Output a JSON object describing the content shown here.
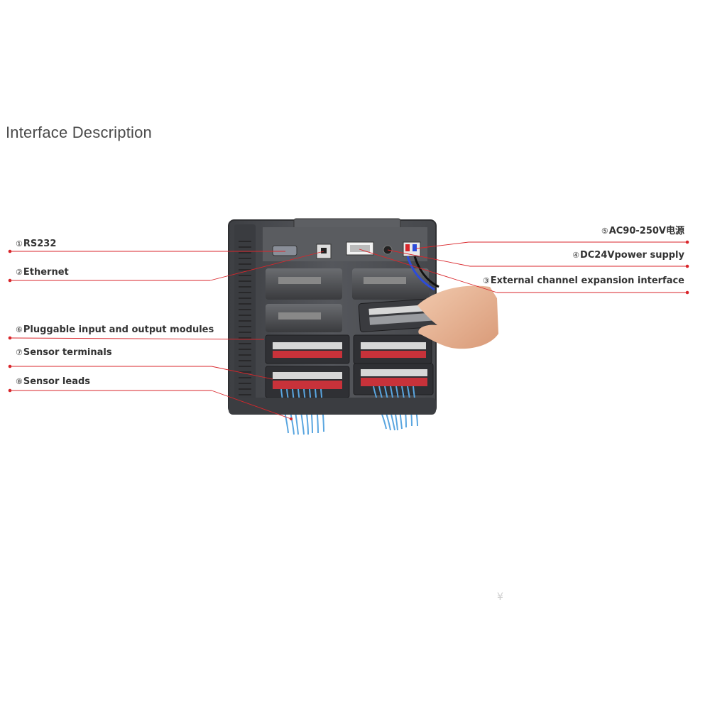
{
  "title": "Interface Description",
  "labels_left": [
    {
      "num": "①",
      "text": "RS232"
    },
    {
      "num": "②",
      "text": "Ethernet"
    },
    {
      "num": "⑥",
      "text": "Pluggable input and output modules"
    },
    {
      "num": "⑦",
      "text": "Sensor terminals"
    },
    {
      "num": "⑧",
      "text": "Sensor leads"
    }
  ],
  "labels_right": [
    {
      "num": "⑤",
      "text": "AC90-250V电源"
    },
    {
      "num": "④",
      "text": "DC24Vpower supply"
    },
    {
      "num": "③",
      "text": "External channel expansion interface"
    }
  ],
  "footer_mark": "¥",
  "colors": {
    "leader_line": "#d9262b",
    "device_body": "#4a4c50",
    "terminal_red": "#c8323a",
    "sensor_lead": "#5aa6e0",
    "hand": "#e8b899"
  },
  "device_image": {
    "description_icon": "data-logger-rear-panel-photo"
  }
}
